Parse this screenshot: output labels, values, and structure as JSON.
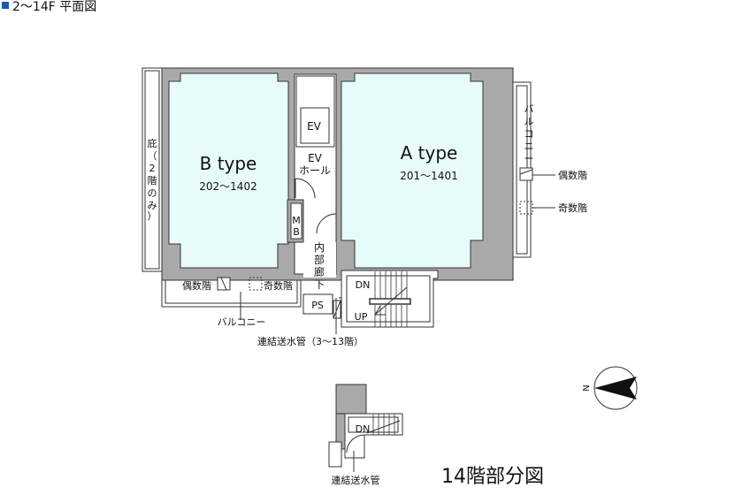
{
  "header": {
    "marker_color": "#1b57b8",
    "title": "2〜14F 平面図"
  },
  "colors": {
    "wall": "#a9a9a9",
    "room": "#e8fbfb",
    "line": "#333333"
  },
  "units": {
    "b": {
      "name": "B type",
      "rooms": "202〜1402"
    },
    "a": {
      "name": "A type",
      "rooms": "201〜1401"
    }
  },
  "labels": {
    "ev": "EV",
    "ev_hall_1": "EV",
    "ev_hall_2": "ホール",
    "mb_1": "M",
    "mb_2": "B",
    "corridor": [
      "内",
      "部",
      "廊",
      "下"
    ],
    "ps": "PS",
    "dn": "DN",
    "up": "UP",
    "eaves": [
      "庇",
      "（",
      "2",
      "階",
      "の",
      "み",
      "）"
    ],
    "balcony_right": [
      "バ",
      "ル",
      "コ",
      "ニ",
      "ー"
    ],
    "balcony_bottom": "バルコニー",
    "even_floor": "偶数階",
    "odd_floor": "奇数階",
    "standpipe": "連結送水管（3〜13階）",
    "north": "N"
  },
  "detail": {
    "dn": "DN",
    "standpipe": "連結送水管",
    "title": "14階部分図"
  }
}
